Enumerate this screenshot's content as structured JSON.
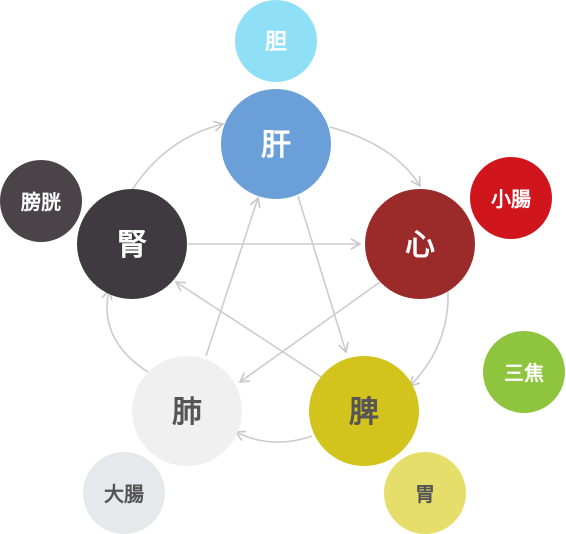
{
  "organs": {
    "liver": {
      "label": "肝",
      "color": "#6a9fd8",
      "text_color": "#ffffff"
    },
    "heart": {
      "label": "心",
      "color": "#9b2a2a",
      "text_color": "#ffffff"
    },
    "spleen": {
      "label": "脾",
      "color": "#d2c41c",
      "text_color": "#555555"
    },
    "lung": {
      "label": "肺",
      "color": "#f0f0f0",
      "text_color": "#555555"
    },
    "kidney": {
      "label": "腎",
      "color": "#3f3a40",
      "text_color": "#ffffff"
    }
  },
  "paired": {
    "gallbladder": {
      "label": "胆",
      "color": "#8fe0f6",
      "text_color": "#ffffff"
    },
    "small_intestine": {
      "label": "小腸",
      "color": "#d0161c",
      "text_color": "#ffffff"
    },
    "triple_burner": {
      "label": "三焦",
      "color": "#8fc43e",
      "text_color": "#ffffff"
    },
    "stomach": {
      "label": "胃",
      "color": "#e6de6a",
      "text_color": "#555555"
    },
    "large_intestine": {
      "label": "大腸",
      "color": "#e6e8eb",
      "text_color": "#555555"
    },
    "bladder": {
      "label": "膀胱",
      "color": "#4a4448",
      "text_color": "#ffffff"
    }
  },
  "arrow_color": "#cccccc"
}
